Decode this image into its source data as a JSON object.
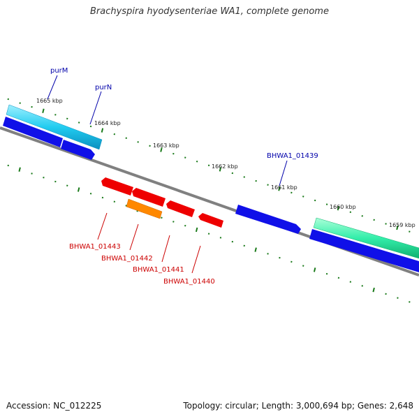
{
  "title": "Brachyspira hyodysenteriae WA1, complete genome",
  "footer": {
    "accession": "Accession: NC_012225",
    "stats": "Topology: circular; Length: 3,000,694 bp; Genes: 2,648"
  },
  "scale_labels": [
    "1665 kbp",
    "1664 kbp",
    "1663 kbp",
    "1662 kbp",
    "1661 kbp",
    "1660 kbp",
    "1659 kbp"
  ],
  "genes_plus": [
    "purM",
    "purN",
    "BHWA1_01439"
  ],
  "genes_minus": [
    "BHWA1_01443",
    "BHWA1_01442",
    "BHWA1_01441",
    "BHWA1_01440"
  ],
  "colors": {
    "ticks": "#1a7a1a",
    "backbone": "#808080",
    "plus_label": "#0000aa",
    "minus_label": "#cc0000",
    "cds_blue": "#1010e8",
    "cds_red": "#ee0000",
    "cds_orange": "#ff8800",
    "cds_cyan": "#22ccf0",
    "cds_teal": "#33eeaa"
  }
}
